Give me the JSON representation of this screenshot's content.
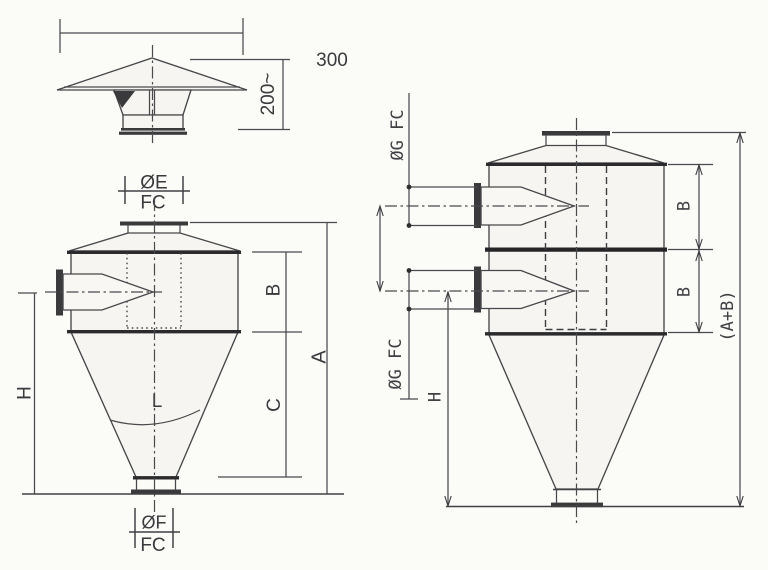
{
  "figure": {
    "title_hint": "cyclone separator dimension drawing",
    "rain_cap": {
      "width_dim": "300",
      "height_dim": "200~"
    },
    "single_cyclone": {
      "top_outlet_dia": "ØE",
      "top_outlet_flange": "FC",
      "body_height": "B",
      "cone_height": "C",
      "total_height": "A",
      "inlet_height": "H",
      "cone_section": "L",
      "bottom_outlet_dia": "ØF",
      "bottom_outlet_flange": "FC"
    },
    "double_cyclone": {
      "upper_inlet_dia": "ØG FC",
      "lower_inlet_dia": "ØG FC",
      "upper_body_height": "B",
      "lower_body_height": "B",
      "total_height": "(A+B)",
      "inlet_height": "H"
    }
  },
  "colors": {
    "background": "#fbfbf8",
    "ink_thin": "#4a4a4e",
    "ink_thick": "#2b2b2e",
    "body_fill": "#f6f5f1"
  }
}
